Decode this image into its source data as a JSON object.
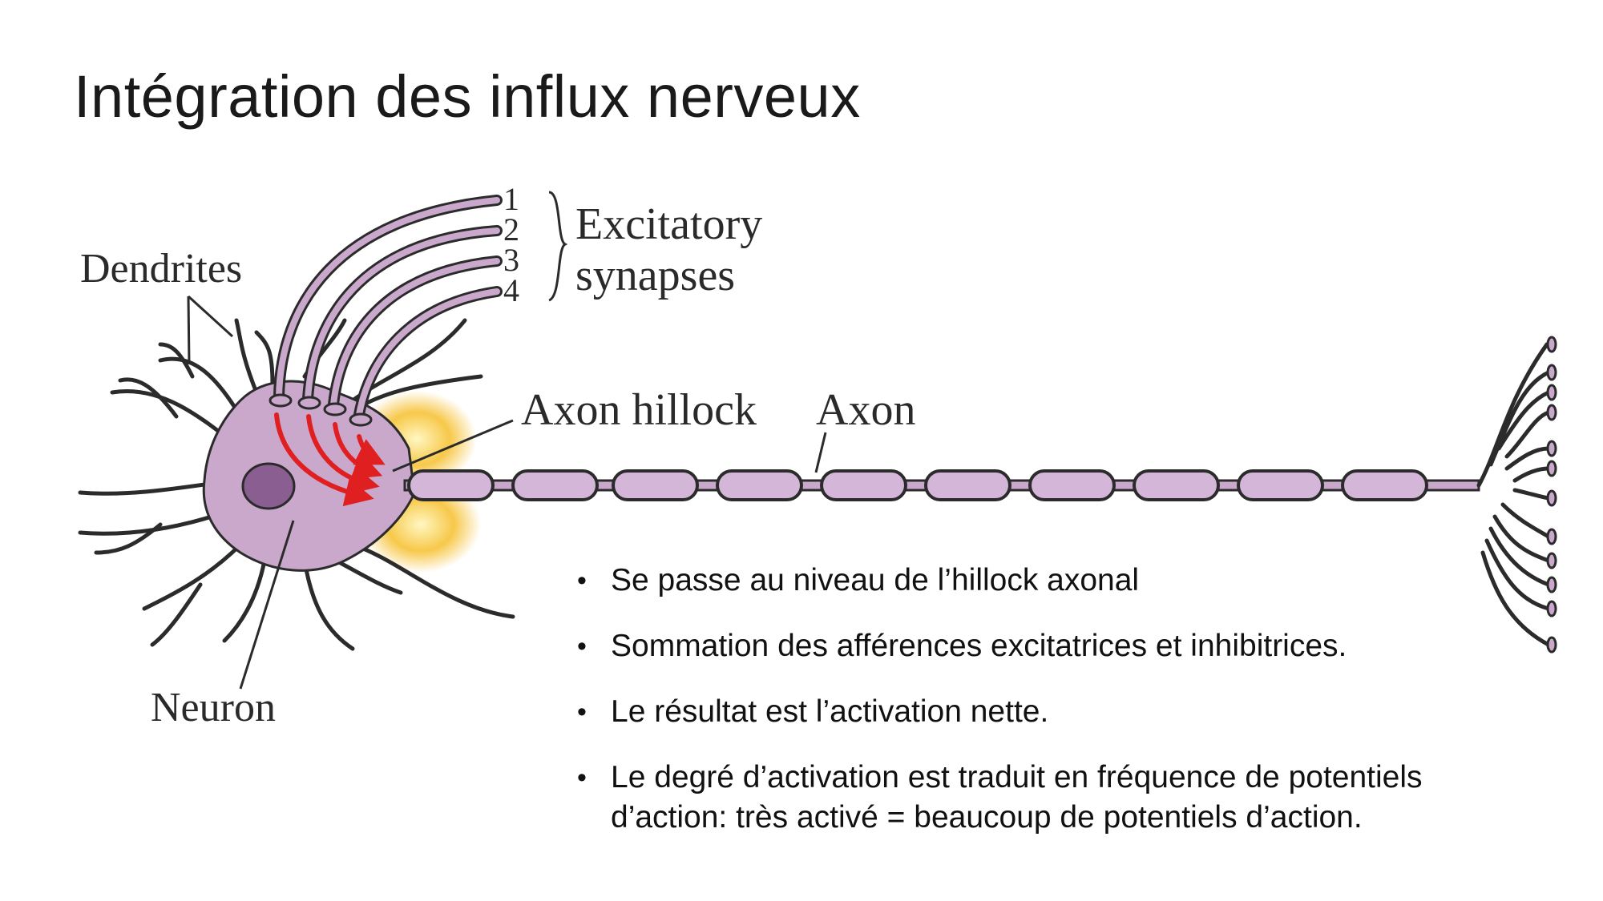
{
  "slide": {
    "title": "Intégration des influx nerveux"
  },
  "diagram": {
    "labels": {
      "dendrites": "Dendrites",
      "syn1": "1",
      "syn2": "2",
      "syn3": "3",
      "syn4": "4",
      "excitatory": "Excitatory",
      "synapses": "synapses",
      "axon_hillock": "Axon hillock",
      "axon": "Axon",
      "neuron": "Neuron"
    },
    "colors": {
      "cell_body": "#c9a8cc",
      "nucleus": "#8a5e90",
      "myelin": "#d4b6d8",
      "outline": "#2b2b2b",
      "signal_arrows": "#e02020",
      "hillock_glow": "#f7c84a"
    }
  },
  "bullets": [
    {
      "text": "Se passe au niveau de l’hillock axonal"
    },
    {
      "text": "Sommation des afférences excitatrices et inhibitrices."
    },
    {
      "text": "Le résultat est l’activation nette."
    },
    {
      "text": "Le degré d’activation est traduit en fréquence de potentiels d’action: très activé = beaucoup de potentiels d’action."
    }
  ]
}
